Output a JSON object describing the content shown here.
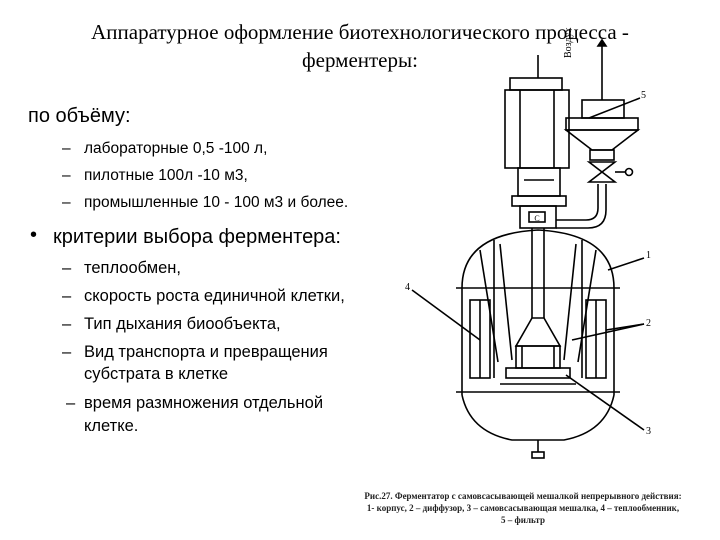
{
  "slide": {
    "title_line1": "Аппаратурное оформление биотехнологического процесса -",
    "title_line2": "ферментеры:",
    "volume_heading": "по объёму:",
    "volume_items": [
      "лабораторные  0,5 -100 л,",
      "пилотные 100л -10 м3,",
      "промышленные 10 - 100 м3 и более."
    ],
    "criteria_heading": "критерии выбора ферментера:",
    "criteria_items": [
      "теплообмен,",
      "скорость роста единичной клетки,",
      "Тип дыхания биообъекта,",
      "Вид  транспорта и превращения",
      "субстрата в клетке",
      "время размножения отдельной",
      "клетке."
    ]
  },
  "figure": {
    "air_label": "Воздух",
    "callouts": [
      "5",
      "1",
      "4",
      "2",
      "3"
    ],
    "caption_line1": "Рис.27. Ферментатор с самовсасывающей мешалкой непрерывного действия:",
    "caption_line2": "1- корпус, 2 – диффузор, 3 – самовсасывающая мешалка, 4 – теплообменник,",
    "caption_line3": "5 – фильтр"
  }
}
